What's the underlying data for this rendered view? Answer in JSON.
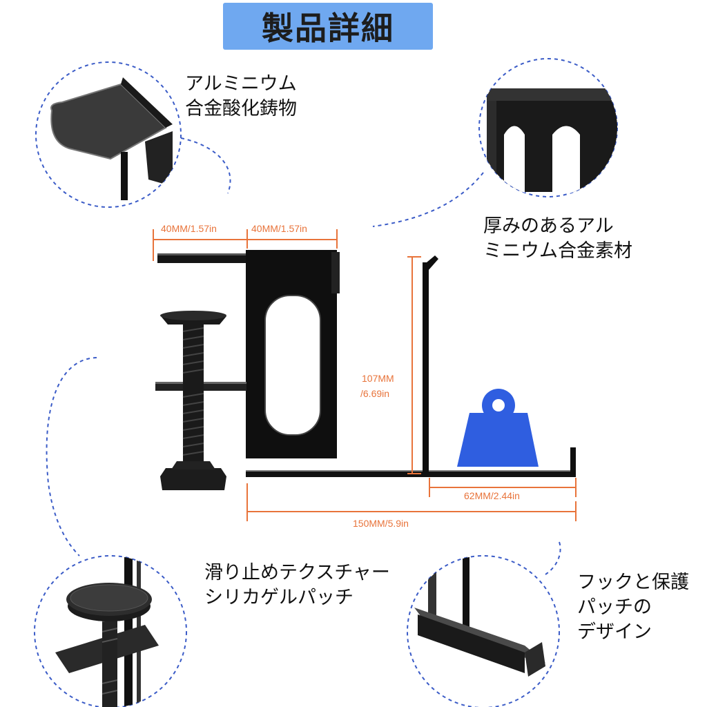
{
  "title": "製品詳細",
  "features": {
    "top_left": {
      "line1": "アルミニウム",
      "line2": "合金酸化鋳物"
    },
    "top_right": {
      "line1": "厚みのあるアル",
      "line2": "ミニウム合金素材"
    },
    "bottom_left": {
      "line1": "滑り止めテクスチャー",
      "line2": "シリカゲルパッチ"
    },
    "bottom_right": {
      "line1": "フックと保護",
      "line2": "パッチの",
      "line3": "デザイン"
    }
  },
  "dimensions": {
    "clamp_width": "40MM/1.57in",
    "top_width": "40MM/1.57in",
    "height_line1": "107MM",
    "height_line2": "/6.69in",
    "hook_depth": "62MM/2.44in",
    "total_length": "150MM/5.9in"
  },
  "colors": {
    "title_bg": "#6fa8f0",
    "dimension": "#e8733a",
    "dashed_circle": "#3a5bc7",
    "weight_icon": "#2f5ee0",
    "product": "#111111"
  }
}
